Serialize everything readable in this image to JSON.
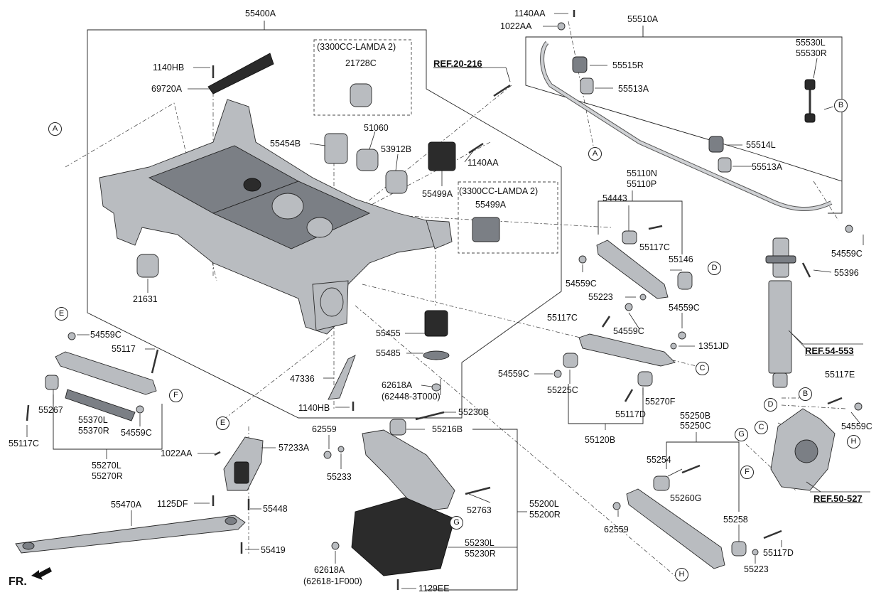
{
  "labels": [
    {
      "id": "l01",
      "text": "55400A"
    },
    {
      "id": "l02",
      "text": "1140HB"
    },
    {
      "id": "l03",
      "text": "69720A"
    },
    {
      "id": "l04",
      "text": "(3300CC-LAMDA 2)"
    },
    {
      "id": "l05",
      "text": "21728C"
    },
    {
      "id": "l06",
      "text": "REF.20-216",
      "ref": true
    },
    {
      "id": "l07",
      "text": "55454B"
    },
    {
      "id": "l08",
      "text": "51060"
    },
    {
      "id": "l09",
      "text": "53912B"
    },
    {
      "id": "l10",
      "text": "1140AA"
    },
    {
      "id": "l11",
      "text": "55499A"
    },
    {
      "id": "l12",
      "text": "(3300CC-LAMDA 2)"
    },
    {
      "id": "l13",
      "text": "55499A"
    },
    {
      "id": "l14",
      "text": "21631"
    },
    {
      "id": "l15",
      "text": "1140AA"
    },
    {
      "id": "l16",
      "text": "1022AA"
    },
    {
      "id": "l17",
      "text": "55510A"
    },
    {
      "id": "l18",
      "text": "55515R"
    },
    {
      "id": "l19",
      "text": "55513A"
    },
    {
      "id": "l20",
      "text": "55530L"
    },
    {
      "id": "l21",
      "text": "55530R"
    },
    {
      "id": "l22",
      "text": "55514L"
    },
    {
      "id": "l23",
      "text": "55513A"
    },
    {
      "id": "l24",
      "text": "55110N"
    },
    {
      "id": "l25",
      "text": "55110P"
    },
    {
      "id": "l26",
      "text": "54443"
    },
    {
      "id": "l27",
      "text": "55117C"
    },
    {
      "id": "l28",
      "text": "55146"
    },
    {
      "id": "l29",
      "text": "54559C"
    },
    {
      "id": "l30",
      "text": "55223"
    },
    {
      "id": "l31",
      "text": "54559C"
    },
    {
      "id": "l32",
      "text": "55117C"
    },
    {
      "id": "l33",
      "text": "54559C"
    },
    {
      "id": "l34",
      "text": "1351JD"
    },
    {
      "id": "l35",
      "text": "54559C"
    },
    {
      "id": "l36",
      "text": "55225C"
    },
    {
      "id": "l37",
      "text": "55270F"
    },
    {
      "id": "l38",
      "text": "55117D"
    },
    {
      "id": "l39",
      "text": "55120B"
    },
    {
      "id": "l40",
      "text": "54559C"
    },
    {
      "id": "l41",
      "text": "55396"
    },
    {
      "id": "l42",
      "text": "REF.54-553",
      "ref": true
    },
    {
      "id": "l43",
      "text": "55117E"
    },
    {
      "id": "l44",
      "text": "54559C"
    },
    {
      "id": "l45",
      "text": "REF.50-527",
      "ref": true
    },
    {
      "id": "l46",
      "text": "55250B"
    },
    {
      "id": "l47",
      "text": "55250C"
    },
    {
      "id": "l48",
      "text": "55254"
    },
    {
      "id": "l49",
      "text": "55260G"
    },
    {
      "id": "l50",
      "text": "62559"
    },
    {
      "id": "l51",
      "text": "55258"
    },
    {
      "id": "l52",
      "text": "55117D"
    },
    {
      "id": "l53",
      "text": "55223"
    },
    {
      "id": "l54",
      "text": "55455"
    },
    {
      "id": "l55",
      "text": "55485"
    },
    {
      "id": "l56",
      "text": "62618A"
    },
    {
      "id": "l57",
      "text": "(62448-3T000)"
    },
    {
      "id": "l58",
      "text": "47336"
    },
    {
      "id": "l59",
      "text": "1140HB"
    },
    {
      "id": "l60",
      "text": "54559C"
    },
    {
      "id": "l61",
      "text": "55117"
    },
    {
      "id": "l62",
      "text": "55267"
    },
    {
      "id": "l63",
      "text": "55370L"
    },
    {
      "id": "l64",
      "text": "55370R"
    },
    {
      "id": "l65",
      "text": "54559C"
    },
    {
      "id": "l66",
      "text": "55117C"
    },
    {
      "id": "l67",
      "text": "55270L"
    },
    {
      "id": "l68",
      "text": "55270R"
    },
    {
      "id": "l69",
      "text": "57233A"
    },
    {
      "id": "l70",
      "text": "1022AA"
    },
    {
      "id": "l71",
      "text": "1125DF"
    },
    {
      "id": "l72",
      "text": "55448"
    },
    {
      "id": "l73",
      "text": "55470A"
    },
    {
      "id": "l74",
      "text": "55419"
    },
    {
      "id": "l75",
      "text": "55230B"
    },
    {
      "id": "l76",
      "text": "62559"
    },
    {
      "id": "l77",
      "text": "55216B"
    },
    {
      "id": "l78",
      "text": "55233"
    },
    {
      "id": "l79",
      "text": "52763"
    },
    {
      "id": "l80",
      "text": "55200L"
    },
    {
      "id": "l81",
      "text": "55200R"
    },
    {
      "id": "l82",
      "text": "55230L"
    },
    {
      "id": "l83",
      "text": "55230R"
    },
    {
      "id": "l84",
      "text": "62618A"
    },
    {
      "id": "l85",
      "text": "(62618-1F000)"
    },
    {
      "id": "l86",
      "text": "1129EE"
    },
    {
      "id": "l87",
      "text": "FR.",
      "fr": true
    }
  ],
  "callouts": [
    {
      "id": "c01",
      "letter": "A"
    },
    {
      "id": "c02",
      "letter": "A"
    },
    {
      "id": "c03",
      "letter": "B"
    },
    {
      "id": "c04",
      "letter": "B"
    },
    {
      "id": "c05",
      "letter": "C"
    },
    {
      "id": "c06",
      "letter": "C"
    },
    {
      "id": "c07",
      "letter": "D"
    },
    {
      "id": "c08",
      "letter": "D"
    },
    {
      "id": "c09",
      "letter": "E"
    },
    {
      "id": "c10",
      "letter": "E"
    },
    {
      "id": "c11",
      "letter": "F"
    },
    {
      "id": "c12",
      "letter": "F"
    },
    {
      "id": "c13",
      "letter": "G"
    },
    {
      "id": "c14",
      "letter": "G"
    },
    {
      "id": "c15",
      "letter": "H"
    },
    {
      "id": "c16",
      "letter": "H"
    }
  ]
}
